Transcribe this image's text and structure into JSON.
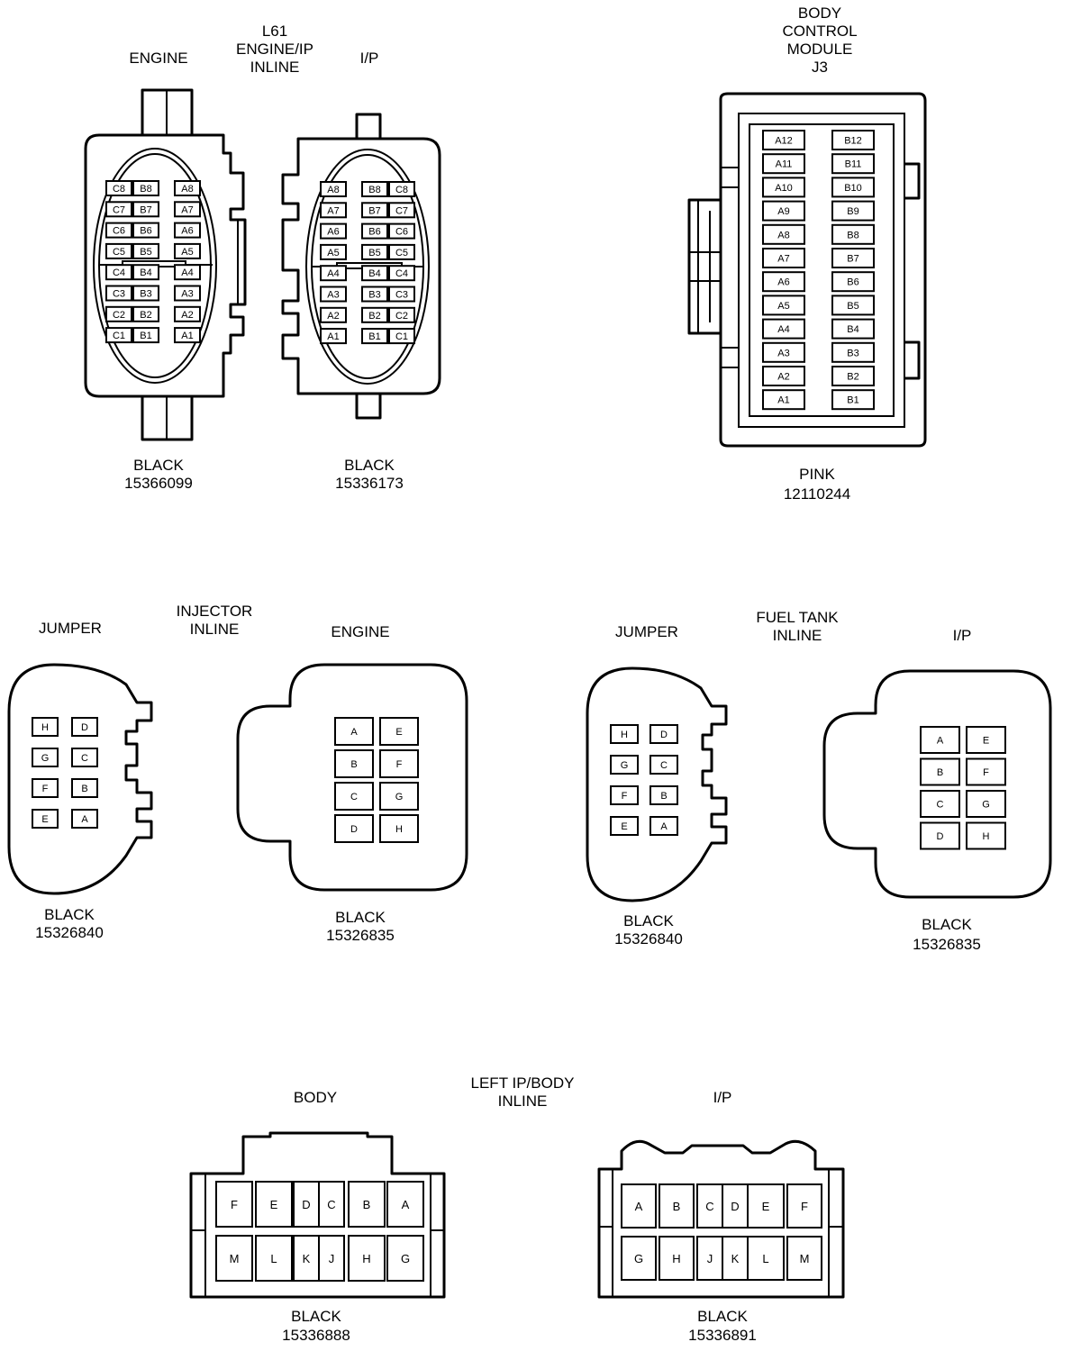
{
  "colors": {
    "ink": "#000000",
    "background": "#ffffff"
  },
  "titles": {
    "l61_inline": [
      "L61",
      "ENGINE/IP",
      "INLINE"
    ],
    "bcm": [
      "BODY",
      "CONTROL",
      "MODULE",
      "J3"
    ],
    "injector_inline": [
      "INJECTOR",
      "INLINE"
    ],
    "fuel_tank_inline": [
      "FUEL TANK",
      "INLINE"
    ],
    "left_ip_body_inline": [
      "LEFT IP/BODY",
      "INLINE"
    ]
  },
  "connectors": [
    {
      "id": "l61-engine",
      "name": "ENGINE",
      "color": "BLACK",
      "part": "15366099",
      "rows": [
        [
          "C8",
          "B8",
          "A8"
        ],
        [
          "C7",
          "B7",
          "A7"
        ],
        [
          "C6",
          "B6",
          "A6"
        ],
        [
          "C5",
          "B5",
          "A5"
        ],
        [
          "C4",
          "B4",
          "A4"
        ],
        [
          "C3",
          "B3",
          "A3"
        ],
        [
          "C2",
          "B2",
          "A2"
        ],
        [
          "C1",
          "B1",
          "A1"
        ]
      ]
    },
    {
      "id": "l61-ip",
      "name": "I/P",
      "color": "BLACK",
      "part": "15336173",
      "rows": [
        [
          "A8",
          "B8",
          "C8"
        ],
        [
          "A7",
          "B7",
          "C7"
        ],
        [
          "A6",
          "B6",
          "C6"
        ],
        [
          "A5",
          "B5",
          "C5"
        ],
        [
          "A4",
          "B4",
          "C4"
        ],
        [
          "A3",
          "B3",
          "C3"
        ],
        [
          "A2",
          "B2",
          "C2"
        ],
        [
          "A1",
          "B1",
          "C1"
        ]
      ]
    },
    {
      "id": "bcm-j3",
      "name": "",
      "color": "PINK",
      "part": "12110244",
      "rows": [
        [
          "A12",
          "B12"
        ],
        [
          "A11",
          "B11"
        ],
        [
          "A10",
          "B10"
        ],
        [
          "A9",
          "B9"
        ],
        [
          "A8",
          "B8"
        ],
        [
          "A7",
          "B7"
        ],
        [
          "A6",
          "B6"
        ],
        [
          "A5",
          "B5"
        ],
        [
          "A4",
          "B4"
        ],
        [
          "A3",
          "B3"
        ],
        [
          "A2",
          "B2"
        ],
        [
          "A1",
          "B1"
        ]
      ]
    },
    {
      "id": "injector-jumper",
      "name": "JUMPER",
      "color": "BLACK",
      "part": "15326840",
      "rows": [
        [
          "H",
          "D"
        ],
        [
          "G",
          "C"
        ],
        [
          "F",
          "B"
        ],
        [
          "E",
          "A"
        ]
      ]
    },
    {
      "id": "injector-engine",
      "name": "ENGINE",
      "color": "BLACK",
      "part": "15326835",
      "rows": [
        [
          "A",
          "E"
        ],
        [
          "B",
          "F"
        ],
        [
          "C",
          "G"
        ],
        [
          "D",
          "H"
        ]
      ]
    },
    {
      "id": "fuel-jumper",
      "name": "JUMPER",
      "color": "BLACK",
      "part": "15326840",
      "rows": [
        [
          "H",
          "D"
        ],
        [
          "G",
          "C"
        ],
        [
          "F",
          "B"
        ],
        [
          "E",
          "A"
        ]
      ]
    },
    {
      "id": "fuel-ip",
      "name": "I/P",
      "color": "BLACK",
      "part": "15326835",
      "rows": [
        [
          "A",
          "E"
        ],
        [
          "B",
          "F"
        ],
        [
          "C",
          "G"
        ],
        [
          "D",
          "H"
        ]
      ]
    },
    {
      "id": "left-body",
      "name": "BODY",
      "color": "BLACK",
      "part": "15336888",
      "rows": [
        [
          "F",
          "E",
          "D",
          "C",
          "B",
          "A"
        ],
        [
          "M",
          "L",
          "K",
          "J",
          "H",
          "G"
        ]
      ]
    },
    {
      "id": "left-ip",
      "name": "I/P",
      "color": "BLACK",
      "part": "15336891",
      "rows": [
        [
          "A",
          "B",
          "C",
          "D",
          "E",
          "F"
        ],
        [
          "G",
          "H",
          "J",
          "K",
          "L",
          "M"
        ]
      ]
    }
  ]
}
